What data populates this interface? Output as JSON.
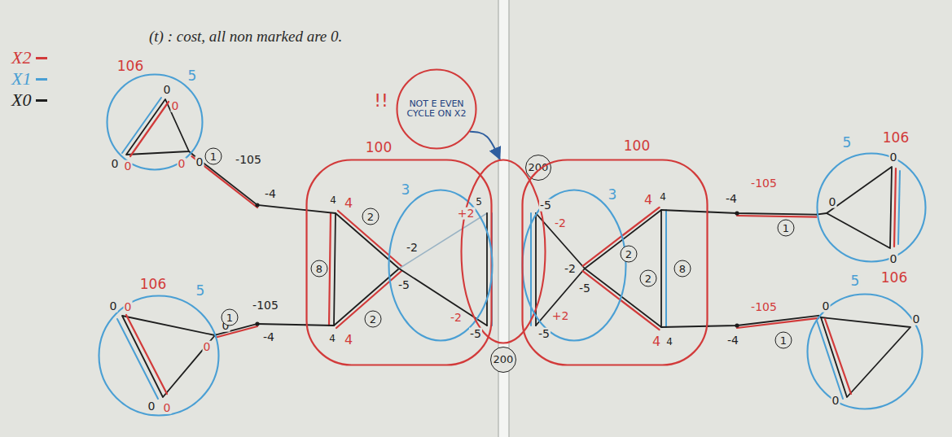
{
  "diagram": {
    "title": "(t) : cost, all non marked are 0.",
    "nodes": [
      {
        "text": [
          "106",
          "5"
        ]
      },
      {
        "text": [
          "106",
          "5"
        ]
      },
      {
        "text": [
          "100"
        ]
      },
      {
        "text": [
          "3"
        ]
      },
      {
        "text": [
          "200",
          "200"
        ]
      },
      {
        "text": [
          "3"
        ]
      },
      {
        "text": [
          "100"
        ]
      },
      {
        "text": [
          "5",
          "106"
        ]
      },
      {
        "text": [
          "5",
          "106"
        ]
      },
      {
        "text": [
          "NOT E EVEN CYCLE ON X2"
        ]
      }
    ],
    "edges": [
      {
        "from": 0,
        "to": 2,
        "arrow": "none",
        "label": "1"
      },
      {
        "from": 1,
        "to": 2,
        "arrow": "none",
        "label": "1"
      },
      {
        "from": 6,
        "to": 7,
        "arrow": "none",
        "label": "1"
      },
      {
        "from": 6,
        "to": 8,
        "arrow": "none",
        "label": "1"
      },
      {
        "from": 9,
        "to": 4,
        "arrow": "to"
      }
    ],
    "labels": [
      "!!",
      "0",
      "0",
      "0",
      "0",
      "0",
      "0",
      "-105",
      "-4",
      "0",
      "0",
      "0",
      "0",
      "0",
      "0",
      "-105",
      "-4",
      "4",
      "4",
      "8",
      "2",
      "2",
      "4",
      "4",
      "-2",
      "-5",
      "+2",
      "5",
      "-2",
      "-5",
      "-5",
      "-2",
      "+2",
      "-5",
      "-2",
      "-5",
      "2",
      "2",
      "4",
      "4",
      "8",
      "4",
      "4",
      "-105",
      "-4",
      "0",
      "0",
      "0",
      "-105",
      "-4",
      "0",
      "0",
      "0"
    ],
    "legend": [
      {
        "text": "X2",
        "color": "#d23a3a"
      },
      {
        "text": "X1",
        "color": "#4a9fd4"
      },
      {
        "text": "X0",
        "color": "#1e1e1e"
      }
    ]
  }
}
